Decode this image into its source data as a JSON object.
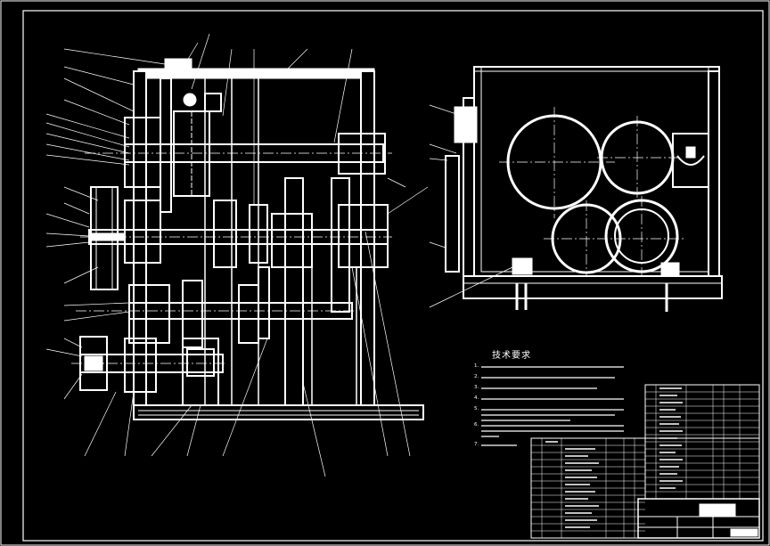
{
  "technical_requirements": {
    "title": "技术要求",
    "items": [
      "1.",
      "2.",
      "3.",
      "4.",
      "5.",
      "6.",
      "7."
    ]
  },
  "colors": {
    "background": "#000000",
    "line": "#ffffff"
  }
}
